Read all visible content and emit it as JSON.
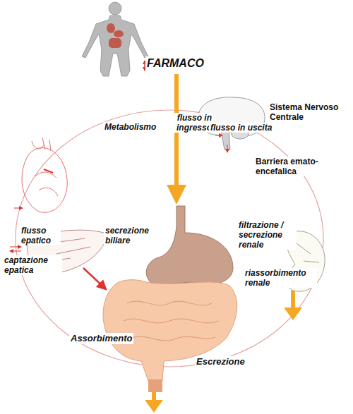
{
  "diagram": {
    "labels": [
      "FARMACO",
      "Sistema Nervoso Centrale",
      "Metabolismo",
      "flusso in ingresso",
      "flusso in uscita",
      "Barriera emato-encefalica",
      "filtrazione / secrezione renale",
      "flusso epatico",
      "secrezione biliare",
      "captazione epatica",
      "riassorbimento renale",
      "Assorbimento",
      "Escrezione"
    ]
  }
}
